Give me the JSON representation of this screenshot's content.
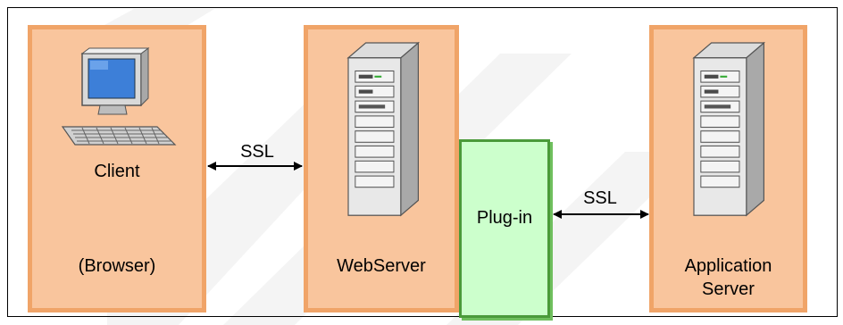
{
  "nodes": {
    "client": {
      "label": "Client",
      "sublabel": "(Browser)"
    },
    "webserver": {
      "label": "WebServer"
    },
    "plugin": {
      "label": "Plug-in"
    },
    "appserver": {
      "label_line1": "Application",
      "label_line2": "Server"
    }
  },
  "connections": [
    {
      "label": "SSL"
    },
    {
      "label": "SSL"
    }
  ],
  "colors": {
    "panel_fill": "#f9c59d",
    "panel_border": "#f0a468",
    "plugin_fill": "#ccffcc",
    "plugin_border": "#4a9a3a"
  }
}
